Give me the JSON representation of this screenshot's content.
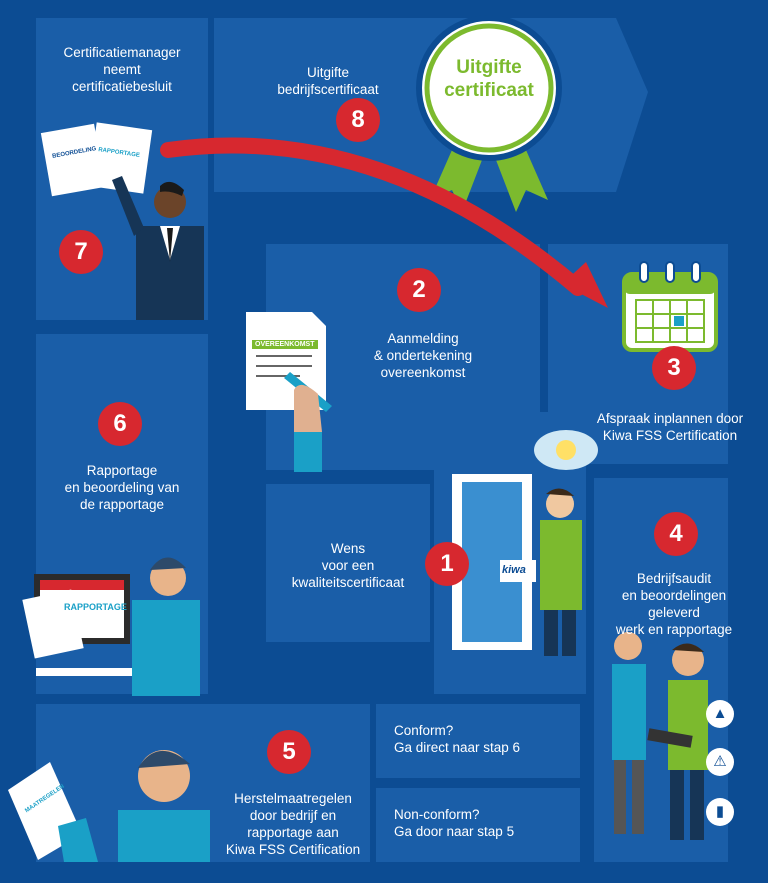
{
  "steps": {
    "s1": {
      "number": "1",
      "text": "Wens\nvoor een\nkwaliteitscertificaat"
    },
    "s2": {
      "number": "2",
      "text": "Aanmelding\n& ondertekening\novereenkomst"
    },
    "s3": {
      "number": "3",
      "text": "Afspraak inplannen door\nKiwa FSS Certification"
    },
    "s4": {
      "number": "4",
      "text": "Bedrijfsaudit\nen beoordelingen\ngeleverd\nwerk en rapportage"
    },
    "s5": {
      "number": "5",
      "text": "Herstelmaatregelen\ndoor bedrijf en\nrapportage aan\nKiwa FSS Certification"
    },
    "s6": {
      "number": "6",
      "text": "Rapportage\nen beoordeling van\nde rapportage"
    },
    "s7": {
      "number": "7",
      "text": "Certificatiemanager\nneemt\ncertificatiebesluit"
    },
    "s8": {
      "number": "8",
      "text": "Uitgifte\nbedrijfscertificaat"
    }
  },
  "seal": {
    "text": "Uitgifte\ncertificaat"
  },
  "decision": {
    "conform": "Conform?\nGa direct naar stap 6",
    "nonconform": "Non-conform?\nGa door naar stap 5"
  },
  "documents": {
    "beoordeling": "BEOORDELING",
    "rapportage": "RAPPORTAGE",
    "overeenkomst": "OVEREENKOMST",
    "rapportage_screen": "RAPPORTAGE",
    "maatregelen": "MAATREGELEN"
  },
  "logo": "kiwa",
  "icons": [
    "calendar-icon",
    "lightbulb-icon",
    "hardhat-icon",
    "alarm-icon",
    "extinguisher-icon",
    "arrow-icon"
  ],
  "colors": {
    "background": "#0c4c93",
    "panel": "#1a5ea8",
    "panel_light": "#2468b2",
    "badge": "#d7282f",
    "green": "#7cba2e",
    "arrow": "#d7282f"
  }
}
